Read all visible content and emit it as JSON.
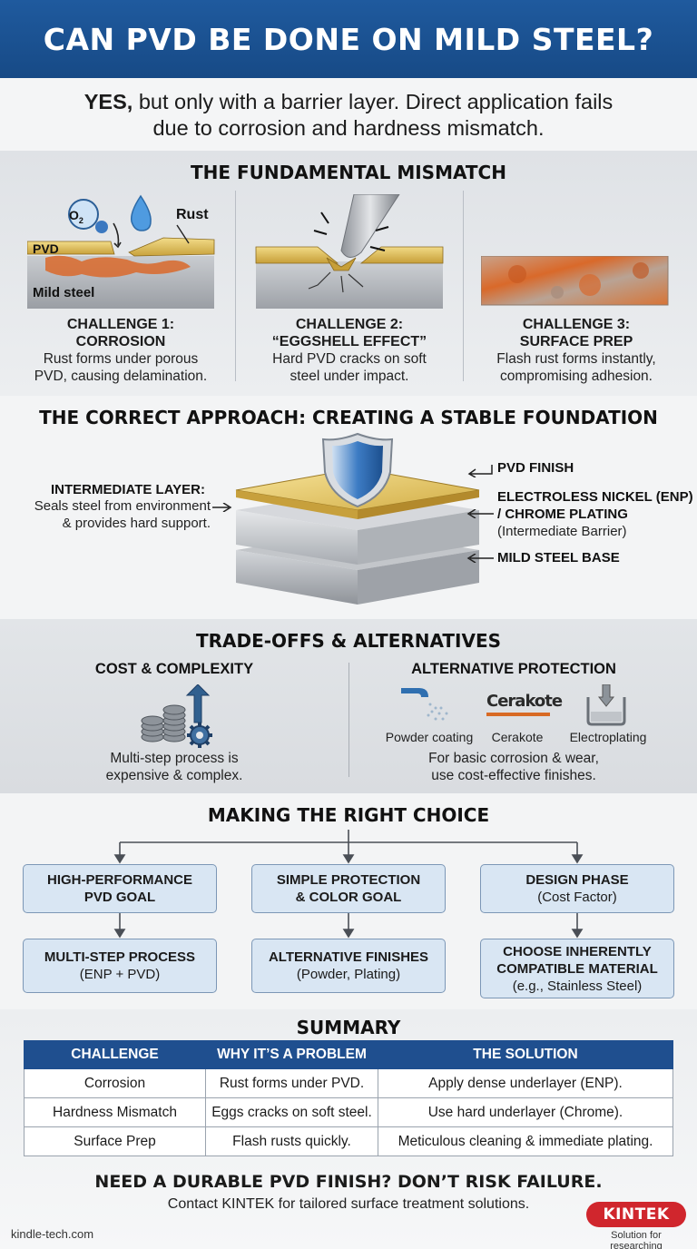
{
  "header": {
    "title": "CAN PVD BE DONE ON MILD STEEL?"
  },
  "answer": {
    "lead": "YES,",
    "line1": "but only with a barrier layer. Direct application fails",
    "line2": "due to corrosion and hardness mismatch."
  },
  "mismatch": {
    "title": "THE FUNDAMENTAL MISMATCH",
    "diagram_labels": {
      "o2": "O",
      "o2_sub": "2",
      "rust": "Rust",
      "pvd": "PVD",
      "steel": "Mild steel"
    },
    "challenges": [
      {
        "h1": "CHALLENGE 1:",
        "h2": "CORROSION",
        "t1": "Rust forms under porous",
        "t2": "PVD, causing delamination."
      },
      {
        "h1": "CHALLENGE 2:",
        "h2": "“EGGSHELL EFFECT”",
        "t1": "Hard PVD cracks on soft",
        "t2": "steel under impact."
      },
      {
        "h1": "CHALLENGE 3:",
        "h2": "SURFACE PREP",
        "t1": "Flash rust forms instantly,",
        "t2": "compromising adhesion."
      }
    ]
  },
  "approach": {
    "title": "THE CORRECT APPROACH: CREATING A STABLE FOUNDATION",
    "left_h": "INTERMEDIATE LAYER:",
    "left_t1": "Seals steel from environment",
    "left_t2": "& provides hard support.",
    "pvd": "PVD FINISH",
    "enp1": "ELECTROLESS NICKEL (ENP)",
    "enp2": "/ CHROME PLATING",
    "enp3": "(Intermediate Barrier)",
    "base": "MILD STEEL BASE"
  },
  "tradeoffs": {
    "title": "TRADE-OFFS & ALTERNATIVES",
    "cost_h": "COST & COMPLEXITY",
    "cost_t1": "Multi-step process is",
    "cost_t2": "expensive & complex.",
    "alt_h": "ALTERNATIVE PROTECTION",
    "brand": "Cerakote",
    "alts": [
      "Powder coating",
      "Cerakote",
      "Electroplating"
    ],
    "alt_t1": "For basic corrosion & wear,",
    "alt_t2": "use cost-effective finishes."
  },
  "choice": {
    "title": "MAKING THE RIGHT CHOICE",
    "top": [
      {
        "h1": "HIGH-PERFORMANCE",
        "h2": "PVD GOAL"
      },
      {
        "h1": "SIMPLE PROTECTION",
        "h2": "& COLOR GOAL"
      },
      {
        "h1": "DESIGN PHASE",
        "h2": "(Cost Factor)"
      }
    ],
    "bottom": [
      {
        "h1": "MULTI-STEP PROCESS",
        "h2": "(ENP + PVD)"
      },
      {
        "h1": "ALTERNATIVE FINISHES",
        "h2": "(Powder, Plating)"
      },
      {
        "h1": "CHOOSE INHERENTLY",
        "h2": "COMPATIBLE MATERIAL",
        "h3": "(e.g., Stainless Steel)"
      }
    ]
  },
  "summary": {
    "title": "SUMMARY",
    "headers": [
      "CHALLENGE",
      "WHY IT’S A PROBLEM",
      "THE SOLUTION"
    ],
    "rows": [
      [
        "Corrosion",
        "Rust forms under PVD.",
        "Apply dense underlayer (ENP)."
      ],
      [
        "Hardness Mismatch",
        "Eggs cracks on soft steel.",
        "Use hard underlayer (Chrome)."
      ],
      [
        "Surface Prep",
        "Flash rusts quickly.",
        "Meticulous cleaning & immediate plating."
      ]
    ]
  },
  "cta": {
    "title": "NEED A DURABLE PVD FINISH? DON’T RISK FAILURE.",
    "text": "Contact KINTEK for tailored surface treatment solutions."
  },
  "footer": {
    "site": "kindle-tech.com",
    "logo": "KINTEK",
    "tagline": "Solution for researching"
  },
  "colors": {
    "header_blue": "#1f5a9e",
    "table_header": "#1f4f8f",
    "pvd_gold": "#e2c25a",
    "rust": "#d9692a",
    "logo_red": "#d0262d"
  }
}
